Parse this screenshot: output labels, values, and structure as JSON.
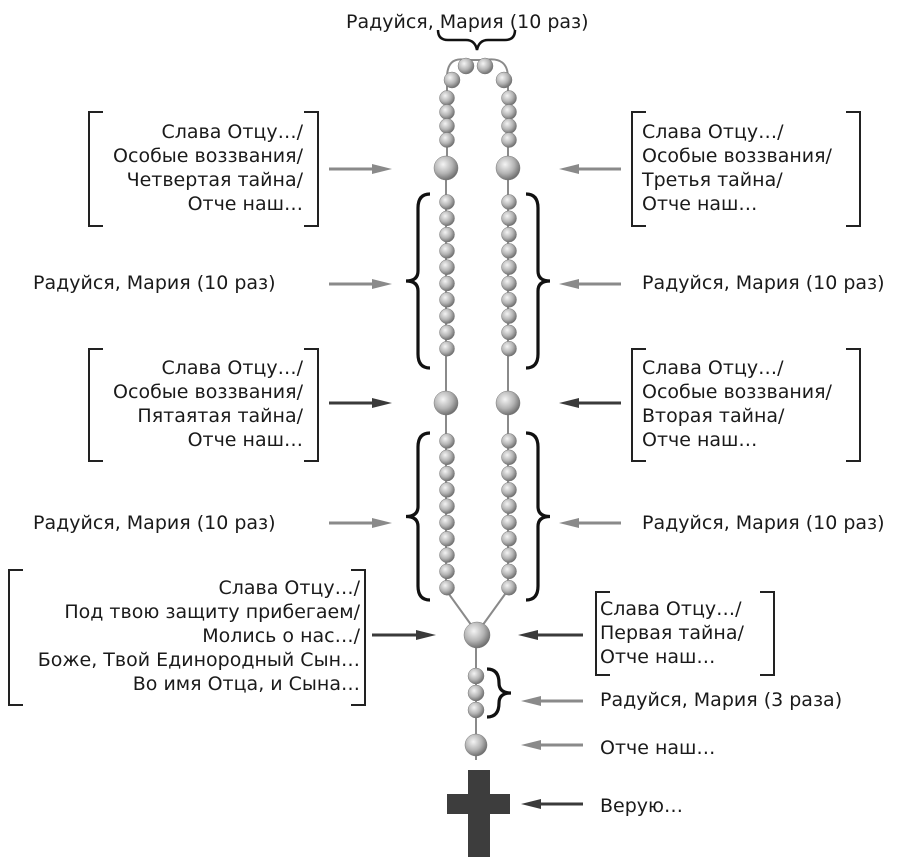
{
  "title": "Радуйся, Мария (10 раз)",
  "labels": {
    "left_top": [
      "Слава Отцу…/",
      "Особые воззвания/",
      "Четвертая тайна/",
      "Отче наш…"
    ],
    "right_top": [
      "Слава Отцу…/",
      "Особые воззвания/",
      "Третья тайна/",
      "Отче наш…"
    ],
    "left_decade_1": "Радуйся, Мария (10 раз)",
    "right_decade_1": "Радуйся, Мария (10 раз)",
    "left_mid": [
      "Слава Отцу…/",
      "Особые воззвания/",
      "Пятаятая тайна/",
      "Отче наш…"
    ],
    "right_mid": [
      "Слава Отцу…/",
      "Особые воззвания/",
      "Вторая тайна/",
      "Отче наш…"
    ],
    "left_decade_2": "Радуйся, Мария (10 раз)",
    "right_decade_2": "Радуйся, Мария (10 раз)",
    "left_bottom": [
      "Слава Отцу…/",
      "Под твою защиту прибегаем/",
      "Молись о нас…/",
      "Боже, Твой Единородный Сын…",
      "Во имя Отца, и Сына…"
    ],
    "right_bottom": [
      "Слава Отцу…/",
      "Первая тайна/",
      "Отче наш…"
    ],
    "three_aves": "Радуйся, Мария (3 раза)",
    "our_father": "Отче наш…",
    "creed": "Верую…"
  },
  "colors": {
    "bead_light": "#f2f2f2",
    "bead_dark": "#6a6a6a",
    "cross": "#3d3d3d",
    "arrow_light": "#8a8a8a",
    "arrow_dark": "#3a3a3a",
    "text": "#1a1a1a"
  }
}
